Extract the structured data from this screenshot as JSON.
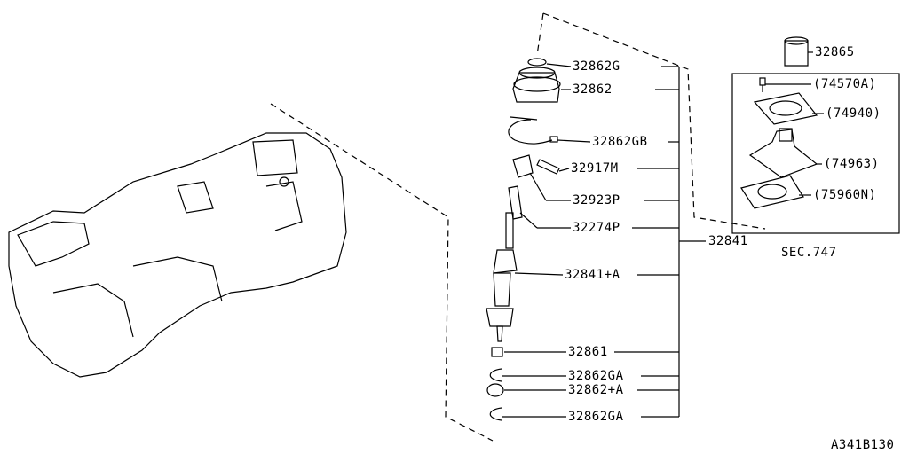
{
  "diagram_code": "A341B130",
  "section_ref": "SEC.747",
  "assembly_part": "32841",
  "parts": [
    {
      "id": "32862G"
    },
    {
      "id": "32862"
    },
    {
      "id": "32862GB"
    },
    {
      "id": "32917M"
    },
    {
      "id": "32923P"
    },
    {
      "id": "32274P"
    },
    {
      "id": "32841+A"
    },
    {
      "id": "32861"
    },
    {
      "id": "32862GA"
    },
    {
      "id": "32862+A"
    },
    {
      "id": "32862GA"
    }
  ],
  "knob_part": "32865",
  "sec_parts": [
    {
      "id": "(74570A)"
    },
    {
      "id": "(74940)"
    },
    {
      "id": "(74963)"
    },
    {
      "id": "(75960N)"
    }
  ]
}
